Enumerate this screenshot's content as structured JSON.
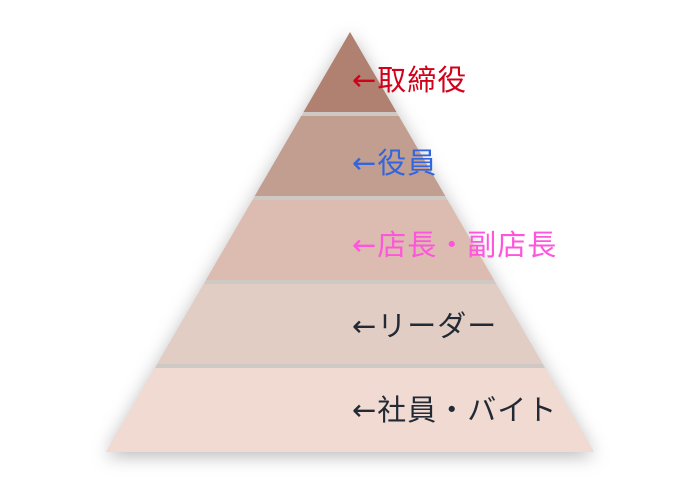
{
  "levels": [
    {
      "label": "←取締役",
      "fill": "#b08070",
      "text_color": "#d0021b"
    },
    {
      "label": "←役員",
      "fill": "#c29e90",
      "text_color": "#3366dd"
    },
    {
      "label": "←店長・副店長",
      "fill": "#dcbcb0",
      "text_color": "#ff55dd"
    },
    {
      "label": "←リーダー",
      "fill": "#e2cdc4",
      "text_color": "#222a35"
    },
    {
      "label": "←社員・バイト",
      "fill": "#f0dad2",
      "text_color": "#222a35"
    }
  ]
}
